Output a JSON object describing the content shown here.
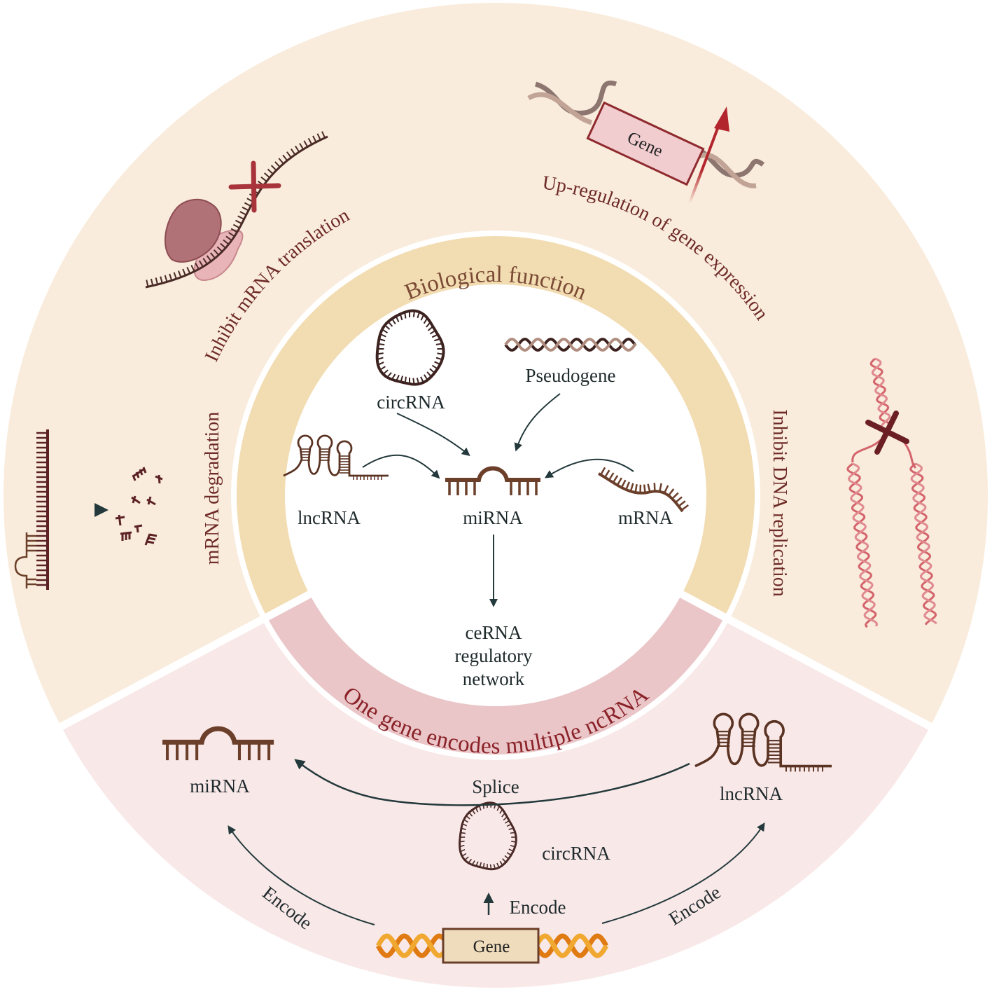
{
  "figure": {
    "outer_band_labels": {
      "inhibit_translation": "Inhibit mRNA translation",
      "upregulation": "Up-regulation of gene expression",
      "mrna_degradation": "mRNA degradation",
      "inhibit_replication": "Inhibit DNA replication"
    },
    "upper_gene_label": "Gene",
    "inner_ring": {
      "top_label": "Biological function",
      "bottom_label": "One gene encodes multiple ncRNA"
    },
    "center": {
      "circrna": "circRNA",
      "pseudogene": "Pseudogene",
      "lncrna": "lncRNA",
      "mirna": "miRNA",
      "mrna": "mRNA",
      "result_line1": "ceRNA",
      "result_line2": "regulatory",
      "result_line3": "network"
    },
    "bottom_section": {
      "mirna": "miRNA",
      "lncrna": "lncRNA",
      "circrna": "circRNA",
      "splice": "Splice",
      "encode_left": "Encode",
      "encode_center": "Encode",
      "encode_right": "Encode",
      "gene": "Gene"
    },
    "colors": {
      "outer_top": "#f9ecdc",
      "outer_bottom": "#f9e8e8",
      "ring_top": "#f2dcb2",
      "ring_bottom": "#eac6c8",
      "rna_dark": "#4a2a26",
      "rna_brown": "#6b3f2a",
      "accent_red": "#a8333a",
      "arrow": "#23393b"
    }
  }
}
